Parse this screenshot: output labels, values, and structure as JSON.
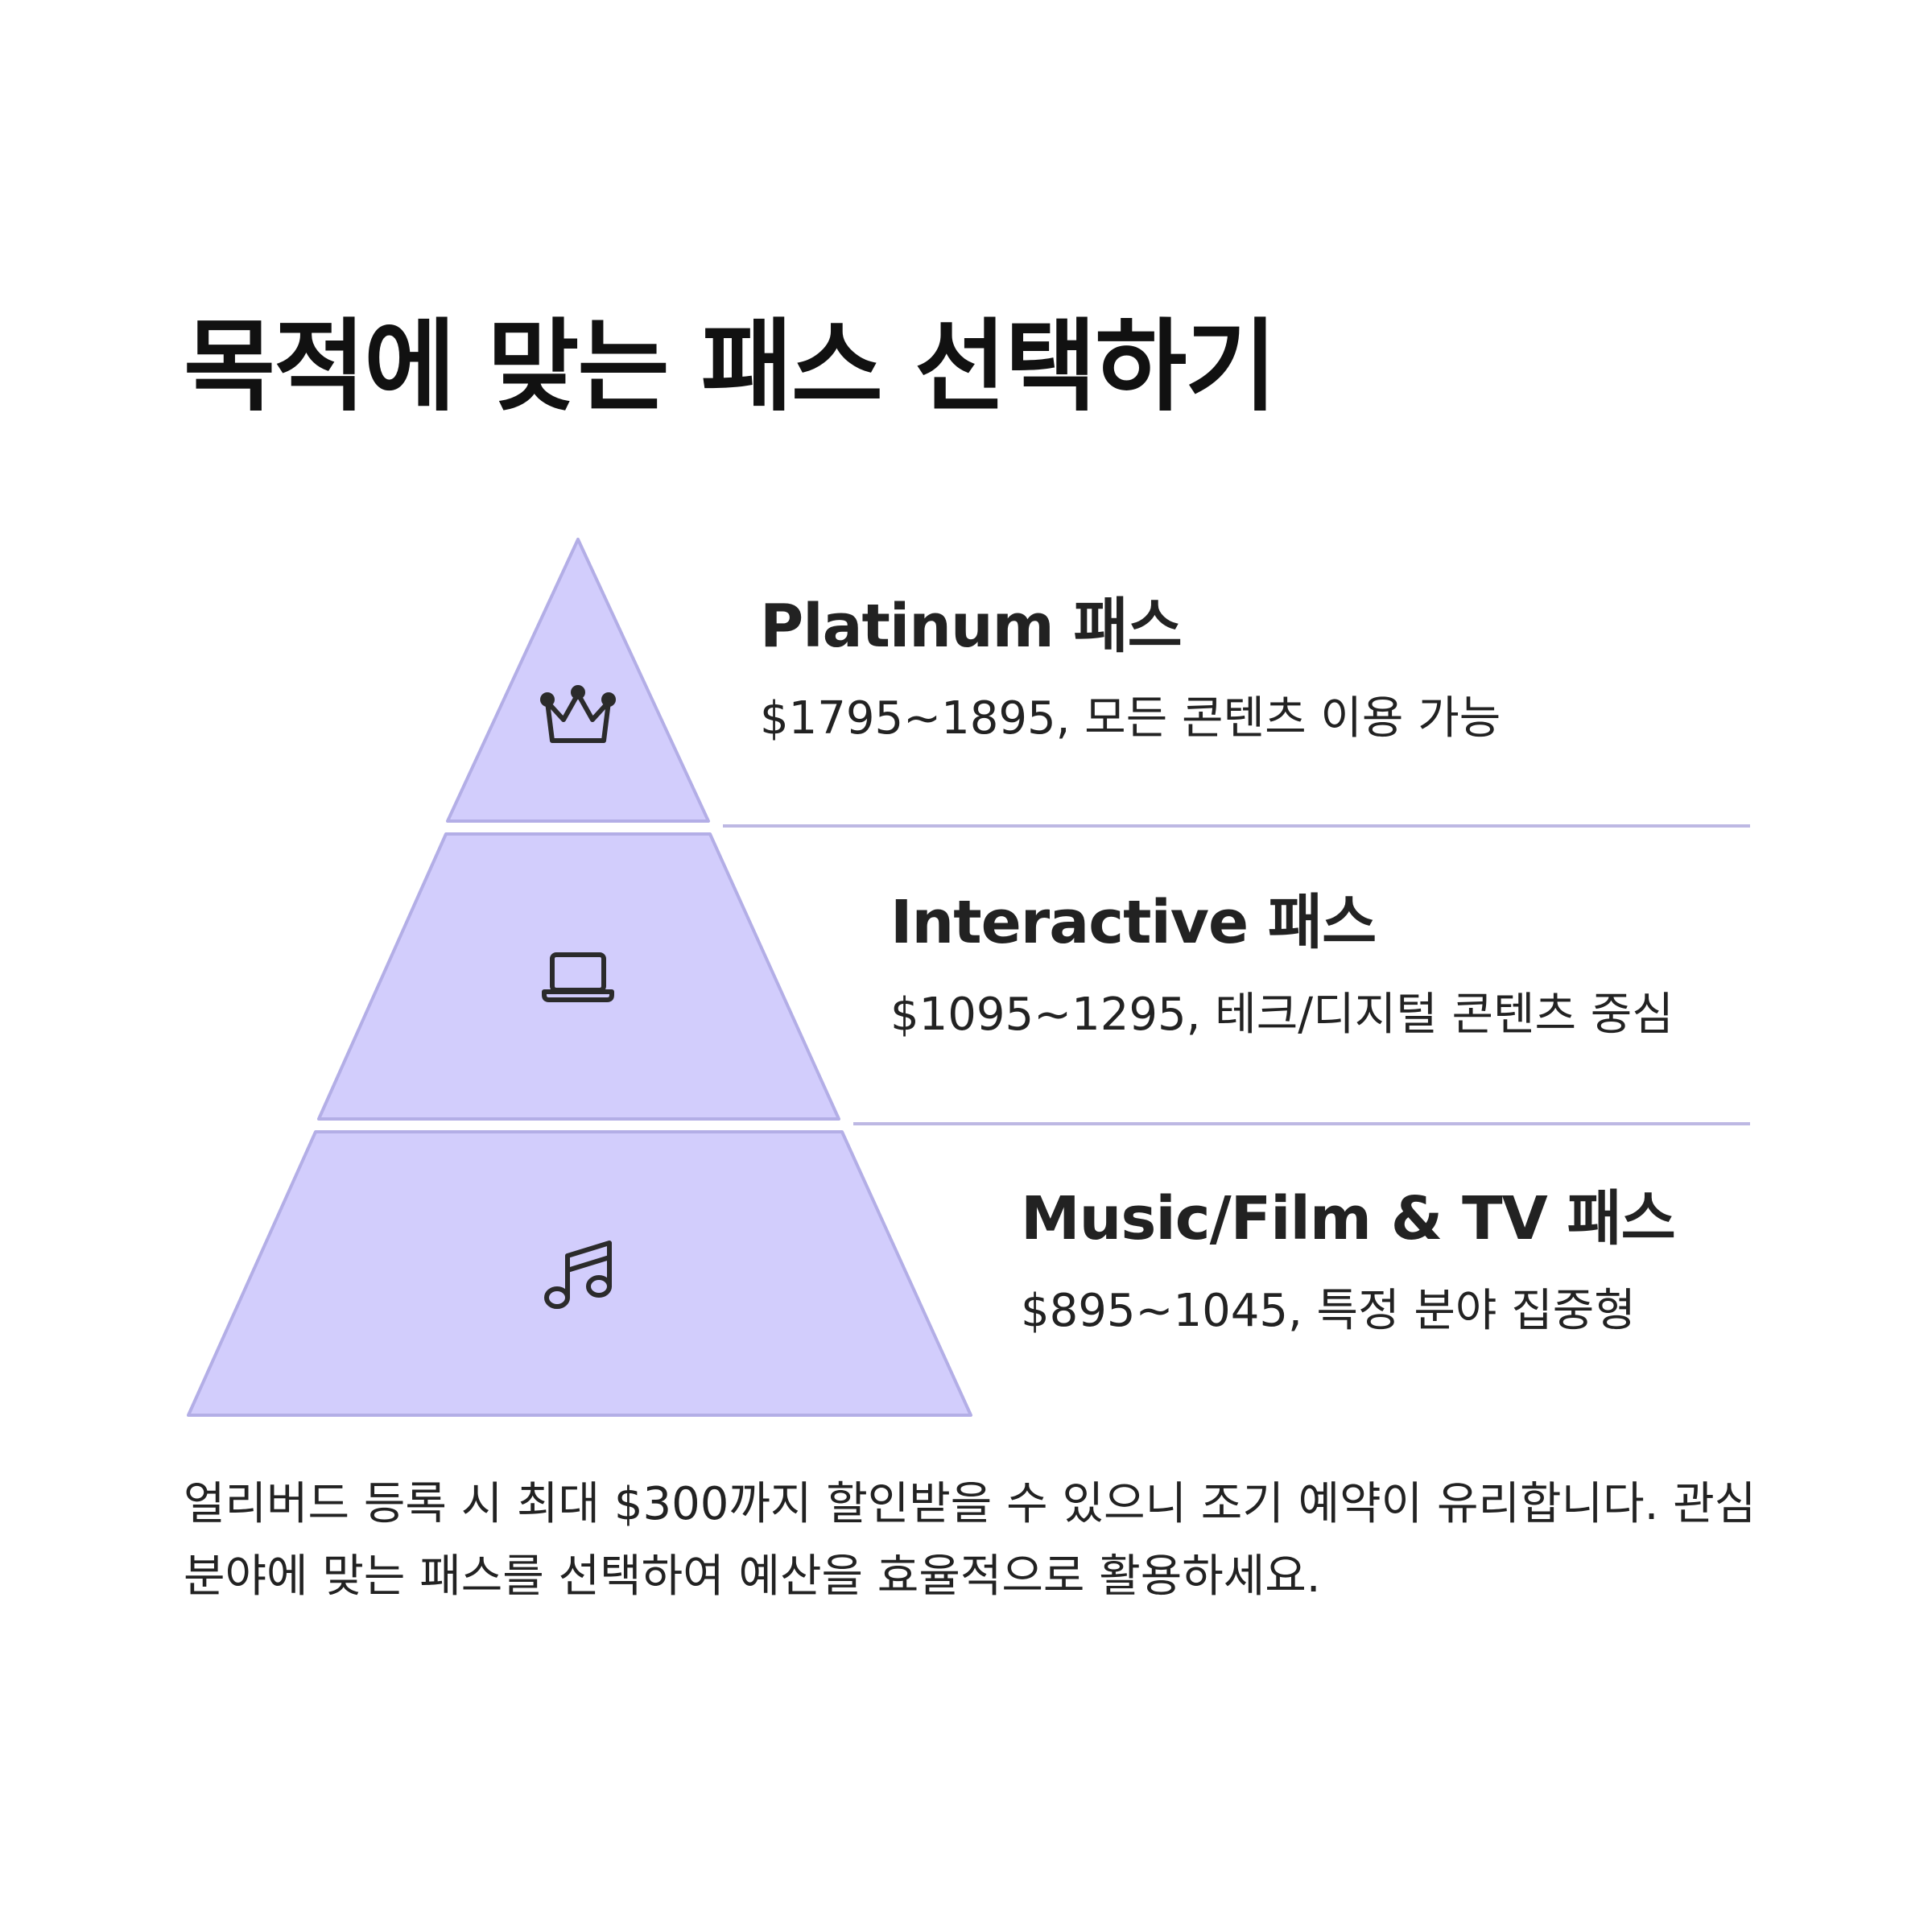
{
  "title": "목적에 맞는 패스 선택하기",
  "colors": {
    "tier_fill": "#d2cdfc",
    "tier_stroke": "#b3aee6",
    "divider": "#bdb8e3",
    "icon": "#2b2b2b",
    "text": "#222222"
  },
  "tiers": [
    {
      "name": "Platinum 패스",
      "description": "$1795~1895, 모든 콘텐츠 이용 가능",
      "icon": "crown-icon"
    },
    {
      "name": "Interactive 패스",
      "description": "$1095~1295, 테크/디지털 콘텐츠 중심",
      "icon": "laptop-icon"
    },
    {
      "name": "Music/Film & TV 패스",
      "description": "$895~1045, 특정 분야 집중형",
      "icon": "music-note-icon"
    }
  ],
  "footnote": "얼리버드 등록 시 최대 $300까지 할인받을 수 있으니 조기 예약이 유리합니다. 관심 분야에 맞는 패스를 선택하여 예산을 효율적으로 활용하세요."
}
